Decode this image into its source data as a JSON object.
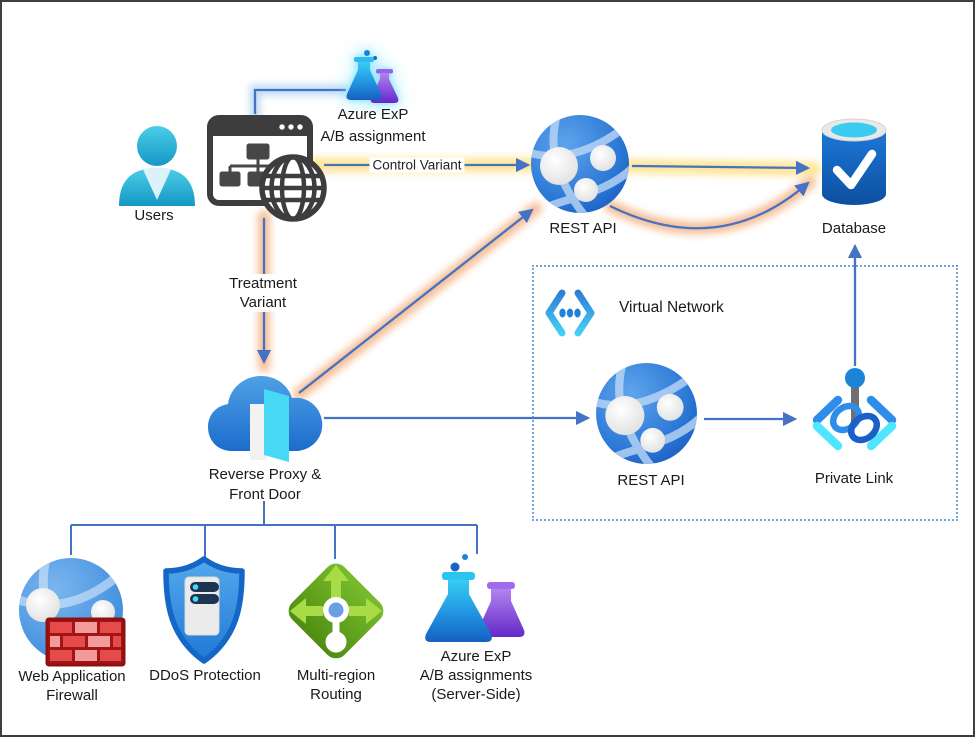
{
  "diagram": {
    "nodes": {
      "users": {
        "label": "Users"
      },
      "client_exp": {
        "line1": "Azure ExP",
        "line2": "A/B assignment"
      },
      "rest_api_top": {
        "label": "REST API"
      },
      "database": {
        "label": "Database"
      },
      "reverse_proxy": {
        "line1": "Reverse Proxy &",
        "line2": "Front Door"
      },
      "virtual_network": {
        "label": "Virtual Network"
      },
      "rest_api_vnet": {
        "label": "REST API"
      },
      "private_link": {
        "label": "Private Link"
      },
      "waf": {
        "line1": "Web Application",
        "line2": "Firewall"
      },
      "ddos": {
        "label": "DDoS Protection"
      },
      "multi_region": {
        "line1": "Multi-region",
        "line2": "Routing"
      },
      "server_exp": {
        "line1": "Azure ExP",
        "line2": "A/B assignments",
        "line3": "(Server-Side)"
      }
    },
    "edges": {
      "control_variant": {
        "label": "Control Variant"
      },
      "treatment_variant": {
        "line1": "Treatment",
        "line2": "Variant"
      }
    },
    "colors": {
      "connector_blue": "#4472C4",
      "glow_yellow": "#FFD966",
      "glow_orange": "#F2A066",
      "glow_light_blue": "#9CC8EE",
      "vnet_border_blue": "#70A8DC",
      "azure_sphere_blue": "#2E7CD8",
      "cyan_accent": "#50E6FF",
      "database_cyan": "#3ACBF0",
      "firewall_red": "#E54B4B",
      "shield_blue": "#2E8CE4",
      "routing_green": "#5EA11B",
      "flask_purple": "#8C4FE0",
      "person_teal": "#2BB5DC",
      "dark_icon_gray": "#3D3D3D",
      "canvas_border": "#3F3F3F"
    }
  }
}
